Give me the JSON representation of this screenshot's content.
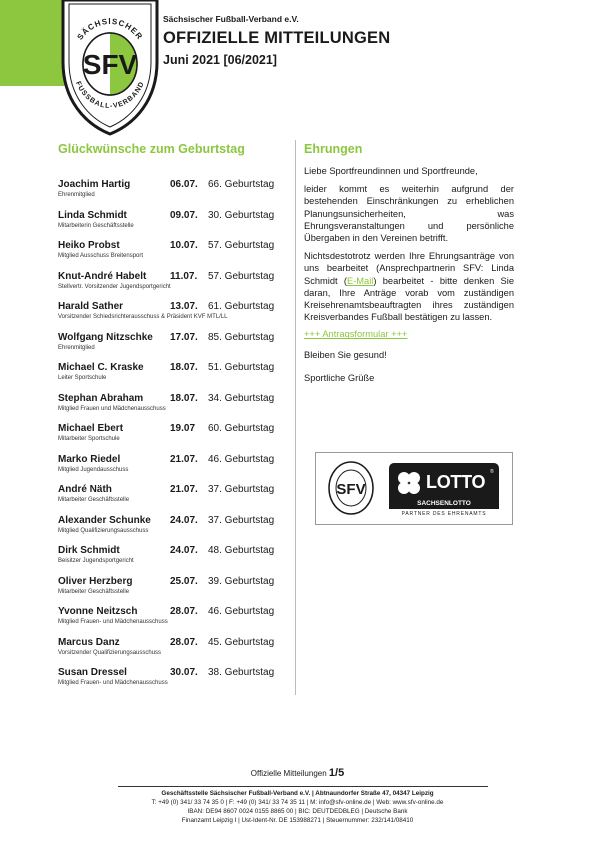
{
  "header": {
    "org": "Sächsischer Fußball-Verband e.V.",
    "title": "OFFIZIELLE MITTEILUNGEN",
    "date": "Juni 2021 [06/2021]",
    "seal_text_top": "SÄCHSISCHER",
    "seal_text_bottom": "FUSSBALL-VERBAND",
    "seal_letters": "SFV"
  },
  "colors": {
    "brand_green": "#8dc63f",
    "text": "#1a1a1a"
  },
  "birthdays": {
    "title": "Glückwünsche zum Geburtstag",
    "entries": [
      {
        "name": "Joachim Hartig",
        "date": "06.07.",
        "age": "66. Geburtstag",
        "role": "Ehrenmitglied"
      },
      {
        "name": "Linda Schmidt",
        "date": "09.07.",
        "age": "30. Geburtstag",
        "role": "Mitarbeiterin Geschäftsstelle"
      },
      {
        "name": "Heiko Probst",
        "date": "10.07.",
        "age": "57. Geburtstag",
        "role": "Mitglied Ausschuss Breitensport"
      },
      {
        "name": "Knut-André Habelt",
        "date": "11.07.",
        "age": "57. Geburtstag",
        "role": "Stellvertr. Vorsitzender Jugendsportgericht"
      },
      {
        "name": "Harald Sather",
        "date": "13.07.",
        "age": "61. Geburtstag",
        "role": "Vorsitzender Schiedsrichterausschuss & Präsident KVF MTL/LL"
      },
      {
        "name": "Wolfgang Nitzschke",
        "date": "17.07.",
        "age": "85. Geburtstag",
        "role": "Ehrenmitglied"
      },
      {
        "name": "Michael C. Kraske",
        "date": "18.07.",
        "age": "51. Geburtstag",
        "role": "Leiter Sportschule"
      },
      {
        "name": "Stephan Abraham",
        "date": "18.07.",
        "age": "34. Geburtstag",
        "role": "Mitglied Frauen und Mädchenausschuss"
      },
      {
        "name": "Michael Ebert",
        "date": "19.07",
        "age": "60. Geburtstag",
        "role": "Mitarbeiter Sportschule"
      },
      {
        "name": "Marko Riedel",
        "date": "21.07.",
        "age": "46. Geburtstag",
        "role": "Mitglied Jugendausschuss"
      },
      {
        "name": "André Näth",
        "date": "21.07.",
        "age": "37. Geburtstag",
        "role": "Mitarbeiter Geschäftsstelle"
      },
      {
        "name": "Alexander Schunke",
        "date": "24.07.",
        "age": "37. Geburtstag",
        "role": "Mitglied Qualifizierungsausschuss"
      },
      {
        "name": "Dirk Schmidt",
        "date": "24.07.",
        "age": "48. Geburtstag",
        "role": "Beisitzer Jugendsportgericht"
      },
      {
        "name": "Oliver Herzberg",
        "date": "25.07.",
        "age": "39. Geburtstag",
        "role": "Mitarbeiter Geschäftsstelle"
      },
      {
        "name": "Yvonne Neitzsch",
        "date": "28.07.",
        "age": "46. Geburtstag",
        "role": "Mitglied Frauen- und Mädchenausschuss"
      },
      {
        "name": "Marcus Danz",
        "date": "28.07.",
        "age": "45. Geburtstag",
        "role": "Vorsitzender Qualifizierungsausschuss"
      },
      {
        "name": "Susan Dressel",
        "date": "30.07.",
        "age": "38. Geburtstag",
        "role": "Mitglied Frauen- und Mädchenausschuss"
      }
    ]
  },
  "honors": {
    "title": "Ehrungen",
    "p1": "Liebe Sportfreundinnen und Sportfreunde,",
    "p2": "leider kommt es weiterhin aufgrund der bestehenden Einschränkungen zu erheblichen Planungsunsicherheiten, was Ehrungsveranstaltungen und persönliche Übergaben in den Vereinen betrifft.",
    "p3_before": "Nichtsdestotrotz werden Ihre Ehrungsanträge von uns bearbeitet (Ansprechpartnerin SFV: Linda Schmidt (",
    "p3_link": "E-Mail",
    "p3_after": ") bearbeitet - bitte denken Sie daran, Ihre Anträge vorab vom zuständigen Kreisehrenamtsbeauftragten ihres zuständigen Kreisverbandes Fußball bestätigen zu lassen.",
    "form_link": "+++ Antragsformular +++",
    "p4": "Bleiben Sie gesund!",
    "p5": "Sportliche Grüße"
  },
  "sponsor": {
    "brand": "LOTTO",
    "registered": "®",
    "sub": "SACHSENLOTTO",
    "tagline": "PARTNER DES EHRENAMTS"
  },
  "footer": {
    "ref_label": "Offizielle Mitteilungen",
    "ref_page": "1/5",
    "line1": "Geschäftsstelle Sächsischer Fußball-Verband e.V. | Abtnaundorfer Straße 47, 04347 Leipzig",
    "line2": "T: +49 (0) 341/ 33 74 35 0 | F: +49 (0) 341/ 33 74 35 11 | M: info@sfv-online.de | Web: www.sfv-online.de",
    "line3": "IBAN: DE94 8607 0024 0155 8865 00 | BIC: DEUTDEDBLEG | Deutsche Bank",
    "line4": "Finanzamt Leipzig I | Ust-Ident-Nr. DE 153988271 | Steuernummer: 232/141/08410"
  }
}
